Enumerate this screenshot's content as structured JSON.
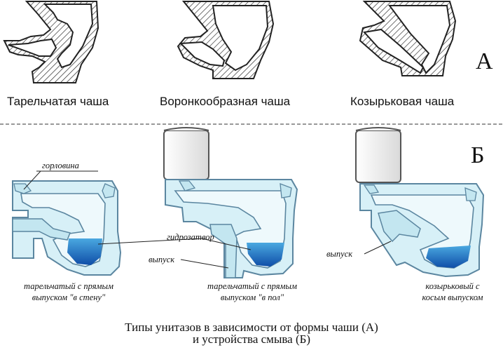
{
  "section_a": {
    "letter": "А",
    "bowls": [
      {
        "label": "Тарельчатая чаша"
      },
      {
        "label": "Воронкообразная чаша"
      },
      {
        "label": "Козырьковая чаша"
      }
    ]
  },
  "section_b": {
    "letter": "Б",
    "labels": {
      "neck": "горловина",
      "water_seal": "гидрозатвор",
      "outlet_middle": "выпуск",
      "outlet_right": "выпуск"
    },
    "variants": [
      {
        "line1": "тарельчатый с прямым",
        "line2": "выпуском \"в стену\""
      },
      {
        "line1": "тарельчатый с прямым",
        "line2": "выпуском \"в пол\""
      },
      {
        "line1": "козырьковый с",
        "line2": "косым выпуском"
      }
    ]
  },
  "caption": {
    "line1": "Типы унитазов в зависимости от формы чаши (А)",
    "line2": "и устройства смыва (Б)"
  },
  "colors": {
    "hatch_stroke": "#222222",
    "porcelain_fill": "#d7f0f7",
    "porcelain_stroke": "#5b86a0",
    "water_top": "#4aa8e0",
    "water_bottom": "#0f4ea8",
    "tank_fill": "#f5f5f5"
  }
}
